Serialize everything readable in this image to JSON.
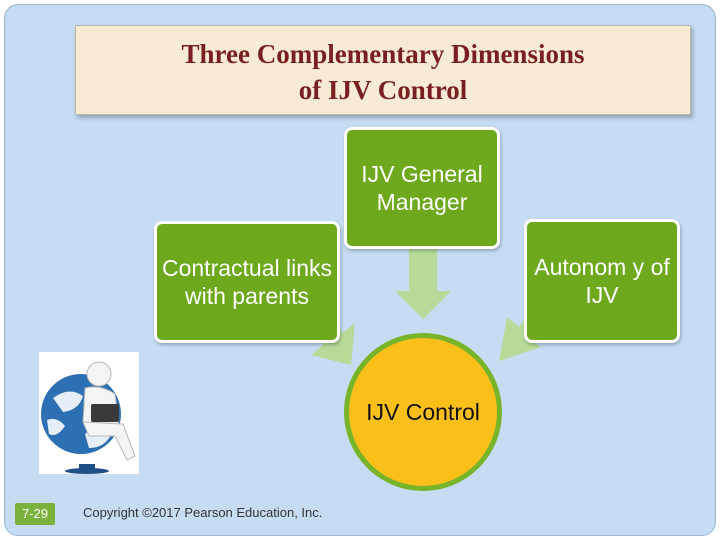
{
  "title": {
    "line1": "Three Complementary Dimensions",
    "line2": "of IJV Control"
  },
  "nodes": {
    "general_manager": "IJV General Manager",
    "contractual": "Contractual links with parents",
    "autonomy": "Autonom y of IJV",
    "control": "IJV Control"
  },
  "footer": {
    "page_number": "7-29",
    "copyright": "Copyright ©2017 Pearson Education, Inc."
  },
  "colors": {
    "background": "#c5dcf3",
    "title_fill": "#f7ebd3",
    "title_text": "#7a1f1f",
    "box_green": "#6da81d",
    "arrow": "#b5d98f",
    "circle_fill": "#fbbf1a",
    "circle_ring": "#77b42a"
  },
  "clipart": {
    "icon": "person-with-laptop-on-globe-chair-icon"
  }
}
